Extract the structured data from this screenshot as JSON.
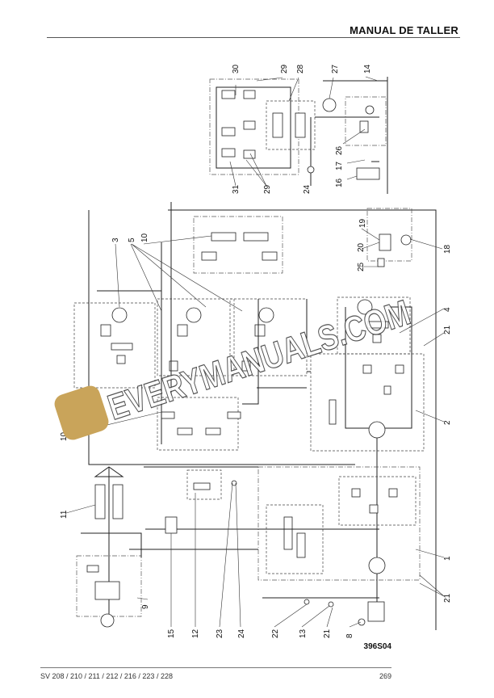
{
  "header": {
    "title": "MANUAL DE TALLER"
  },
  "figure": {
    "code": "396S04",
    "callouts": [
      "30",
      "29",
      "28",
      "27",
      "14",
      "26",
      "17",
      "16",
      "24",
      "31",
      "29",
      "3",
      "5",
      "10",
      "19",
      "20",
      "25",
      "18",
      "4",
      "21",
      "2",
      "10",
      "11",
      "1",
      "21",
      "9",
      "15",
      "12",
      "23",
      "24",
      "22",
      "13",
      "21",
      "8"
    ]
  },
  "watermark": {
    "text": "EVERYMANUALS.COM"
  },
  "footer": {
    "models": "SV 208 / 210 / 211 / 212 / 216 / 223 / 228",
    "page": "269"
  }
}
